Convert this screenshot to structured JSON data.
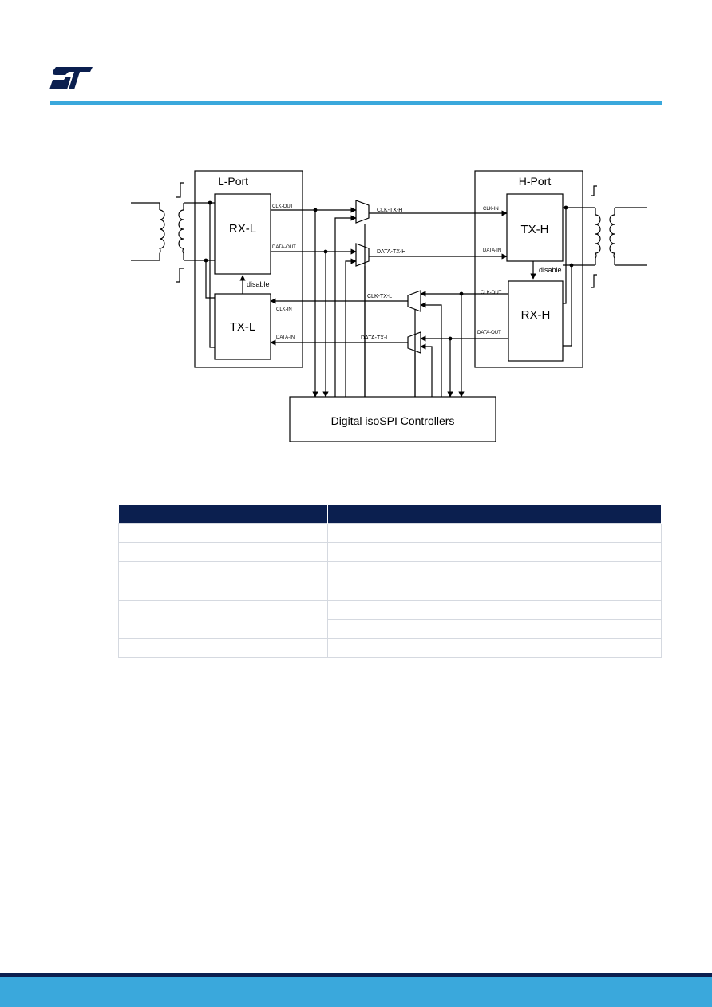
{
  "colors": {
    "brand_blue": "#3aa8dc",
    "navy": "#0b1f4f",
    "table_grid": "#d5d9e0",
    "line": "#000000"
  },
  "logo": {
    "icon": "st-logo-icon"
  },
  "diagram": {
    "l_port": "L-Port",
    "h_port": "H-Port",
    "rx_l": "RX-L",
    "tx_l": "TX-L",
    "tx_h": "TX-H",
    "rx_h": "RX-H",
    "disable_l": "disable",
    "disable_h": "disable",
    "clk_out_l": "CLK-OUT",
    "data_out_l": "DATA-OUT",
    "clk_in_l": "CLK-IN",
    "data_in_l": "DATA-IN",
    "clk_in_h": "CLK-IN",
    "data_in_h": "DATA-IN",
    "clk_out_h": "CLK-OUT",
    "data_out_h": "DATA-OUT",
    "clk_tx_h": "CLK-TX-H",
    "data_tx_h": "DATA-TX-H",
    "clk_tx_l": "CLK-TX-L",
    "data_tx_l": "DATA-TX-L",
    "controllers": "Digital isoSPI Controllers"
  },
  "table": {
    "header": [
      "",
      ""
    ]
  }
}
